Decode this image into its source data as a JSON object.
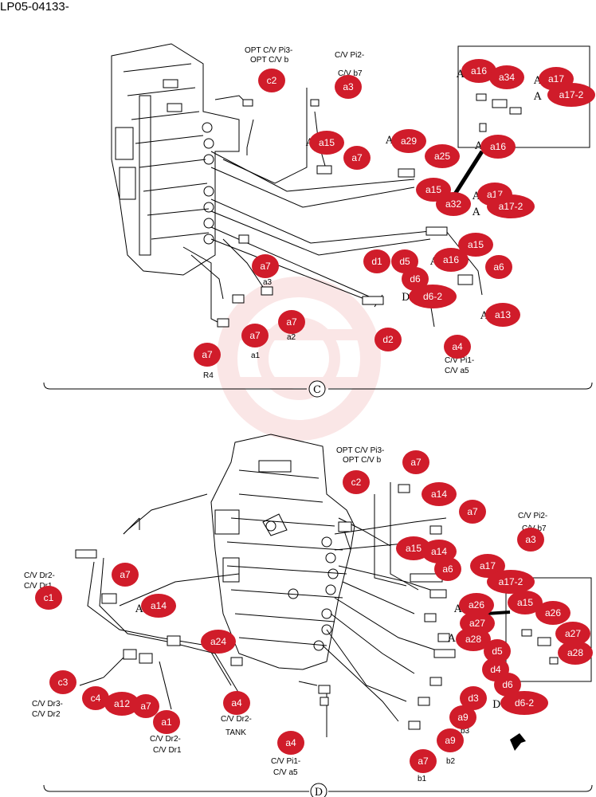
{
  "doc_code": "LP05-04133-",
  "colors": {
    "callout_fill": "#d01c2a",
    "callout_text": "#ffffff",
    "line": "#000000",
    "watermark": "#f2b8b8"
  },
  "view_c": {
    "marker": "C",
    "labels": [
      "OPT C/V Pi3-",
      "OPT C/V b",
      "C/V Pi2-",
      "C/V b7",
      "a3",
      "a2",
      "a1",
      "R4",
      "C/V Pi1-",
      "C/V a5"
    ],
    "callouts": [
      "c2",
      "a3",
      "a15",
      "a7",
      "a29",
      "a25",
      "a15",
      "a32",
      "a17",
      "a17-2",
      "a16",
      "a34",
      "a17",
      "a17-2",
      "a16",
      "a7",
      "a7",
      "a7",
      "a7",
      "d1",
      "d5",
      "d6",
      "d6-2",
      "d2",
      "a16",
      "a15",
      "a6",
      "a13",
      "a4"
    ],
    "side_marks": [
      "A",
      "A",
      "A",
      "A",
      "A",
      "A",
      "A",
      "A",
      "A",
      "A",
      "A",
      "A",
      "D"
    ]
  },
  "view_d": {
    "marker": "D",
    "labels": [
      "OPT C/V Pi3-",
      "OPT C/V b",
      "C/V Pi2-",
      "C/V b7",
      "C/V Dr2-",
      "C/V Dr1",
      "C/V Dr3-",
      "C/V Dr2",
      "C/V Dr2-",
      "C/V Dr1",
      "C/V Dr2-",
      "TANK",
      "C/V Pi1-",
      "C/V a5",
      "b2",
      "b1",
      "b3"
    ],
    "callouts": [
      "a7",
      "c2",
      "a14",
      "a7",
      "a3",
      "a15",
      "a14",
      "a6",
      "a17",
      "a17-2",
      "c1",
      "a7",
      "a14",
      "a24",
      "c3",
      "c4",
      "a12",
      "a7",
      "a1",
      "a4",
      "a4",
      "a26",
      "a27",
      "a28",
      "a15",
      "a26",
      "a27",
      "a28",
      "d5",
      "d4",
      "d6",
      "d6-2",
      "d3",
      "a9",
      "a9",
      "a7"
    ],
    "side_marks": [
      "A",
      "A",
      "A",
      "A",
      "D"
    ]
  }
}
